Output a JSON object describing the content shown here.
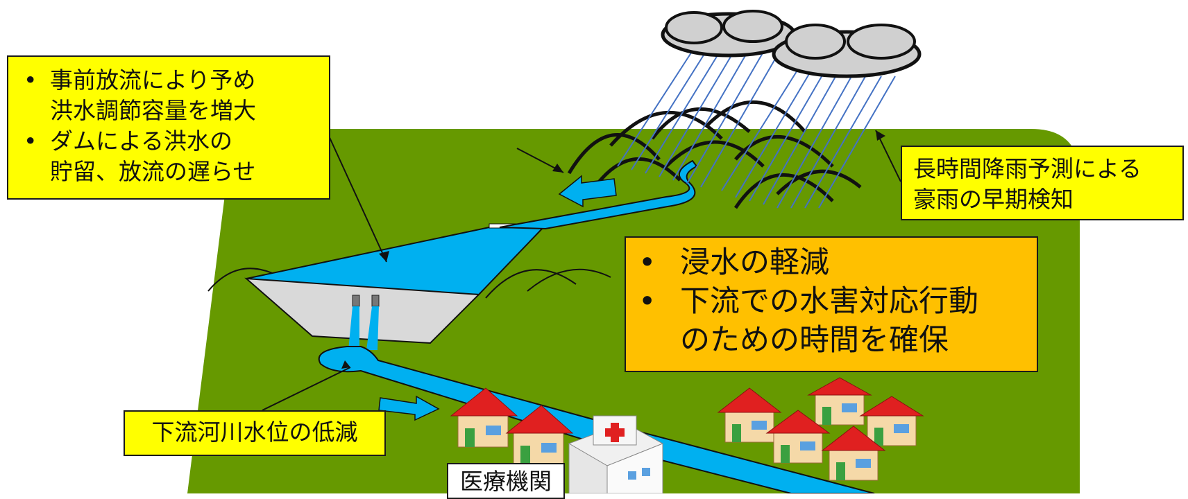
{
  "colors": {
    "land": "#669900",
    "water": "#00b0f0",
    "dam_body": "#d9d9d9",
    "callout_yellow": "#ffff00",
    "callout_orange": "#ffc000",
    "cloud": "#d0d0d0",
    "rain": "#4472c4",
    "roof": "#e02020",
    "wall": "#f5d9a8"
  },
  "icons": [
    "cloud-icon",
    "house-icon",
    "hospital-icon",
    "arrow-icon"
  ],
  "callouts": {
    "dam": {
      "bullets": [
        {
          "line1": "事前放流により予め",
          "line2": "洪水調節容量を増大"
        },
        {
          "line1": "ダムによる洪水の",
          "line2": "貯留、放流の遅らせ"
        }
      ]
    },
    "rain_forecast": {
      "line1": "長時間降雨予測による",
      "line2": "豪雨の早期検知"
    },
    "effects": {
      "bullets": [
        {
          "line1": "浸水の軽減"
        },
        {
          "line1": "下流での水害対応行動",
          "line2": "のための時間を確保"
        }
      ]
    },
    "river_level": {
      "text": "下流河川水位の低減"
    },
    "medical": {
      "text": "医療機関"
    }
  }
}
